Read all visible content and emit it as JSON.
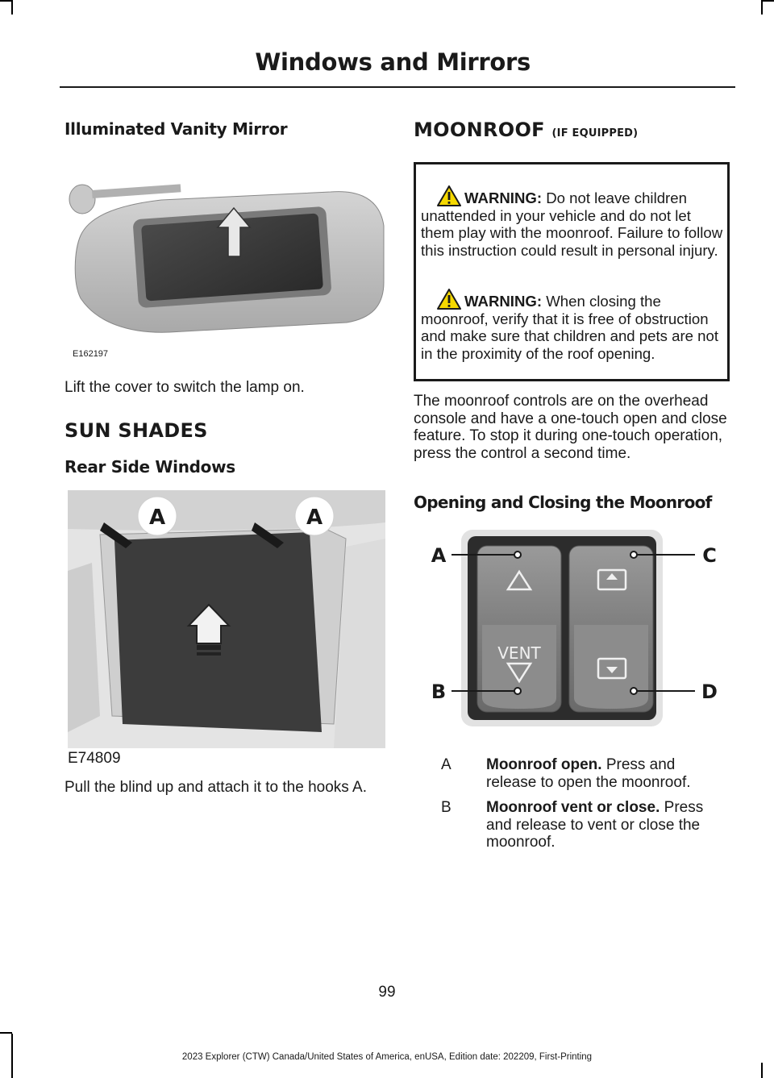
{
  "header": {
    "title": "Windows and Mirrors"
  },
  "left": {
    "vanity_heading": "Illuminated Vanity Mirror",
    "vanity_figure_code": "E162197",
    "vanity_text": "Lift the cover to switch the lamp on.",
    "sunshades_heading": "SUN SHADES",
    "rear_heading": "Rear Side Windows",
    "rear_figure_code": "E74809",
    "rear_callout": "A",
    "rear_text": "Pull the blind up and attach it to the hooks A."
  },
  "right": {
    "moonroof_heading": "MOONROOF",
    "moonroof_suffix": "(IF EQUIPPED)",
    "warning1_label": "WARNING:",
    "warning1_text": "Do not leave children unattended in your vehicle and do not let them play with the moonroof. Failure to follow this instruction could result in personal injury.",
    "warning2_label": "WARNING:",
    "warning2_text": "When closing the moonroof, verify that it is free of obstruction and make sure that children and pets are not in the proximity of the roof opening.",
    "intro_text": "The moonroof controls are on the overhead console and have a one-touch open and close feature. To stop it during one-touch operation, press the control a second time.",
    "open_close_heading": "Opening and Closing the Moonroof",
    "switch_labels": {
      "a": "A",
      "b": "B",
      "c": "C",
      "d": "D",
      "vent": "VENT"
    },
    "legend": [
      {
        "key": "A",
        "title": "Moonroof open.",
        "text": "Press and release to open the moonroof."
      },
      {
        "key": "B",
        "title": "Moonroof vent or close.",
        "text": "Press and release to vent or close the moonroof."
      }
    ]
  },
  "page_number": "99",
  "footer": "2023 Explorer (CTW) Canada/United States of America, enUSA, Edition date: 202209, First-Printing"
}
